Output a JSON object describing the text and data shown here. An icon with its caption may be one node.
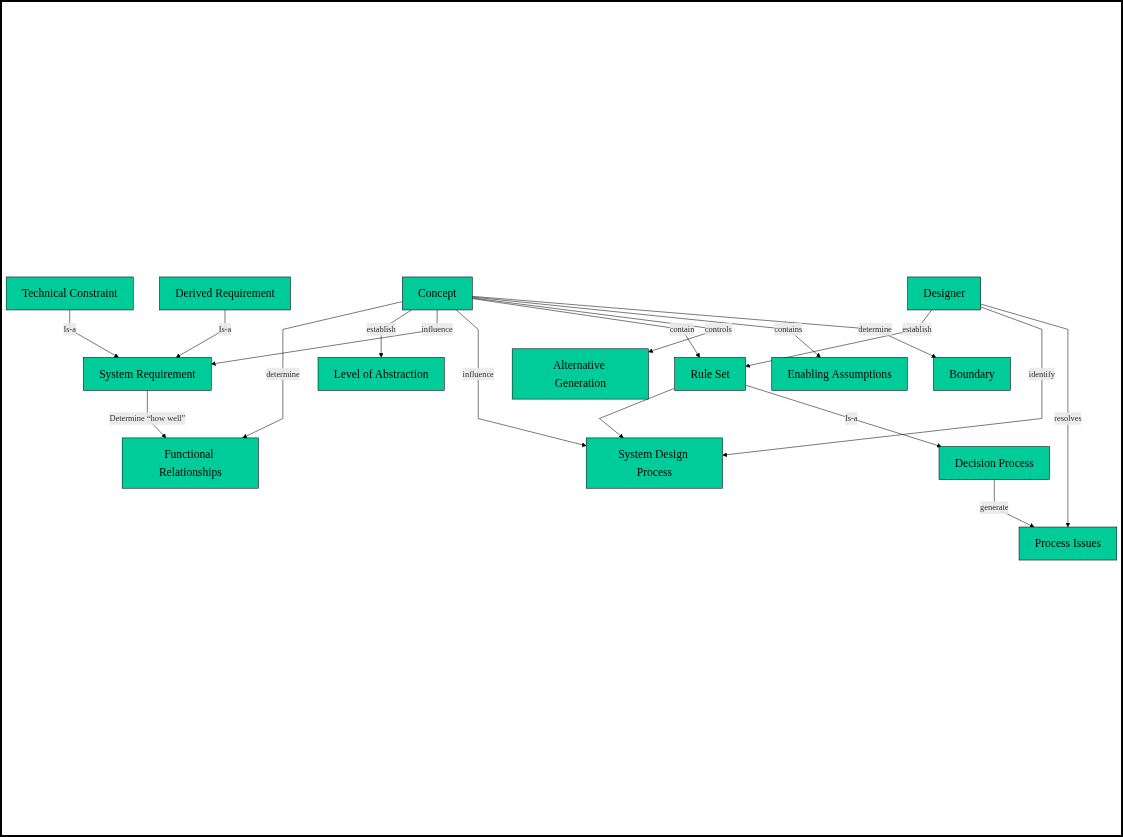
{
  "diagram": {
    "nodes": [
      {
        "text": [
          "Functional Relationships"
        ]
      },
      {
        "text": [
          "Level of Abstraction"
        ]
      },
      {
        "text": [
          "System Requirement"
        ]
      },
      {
        "text": [
          "Concept"
        ]
      },
      {
        "text": [
          "System Design Process"
        ]
      },
      {
        "text": [
          "Technical Constraint"
        ]
      },
      {
        "text": [
          "Derived Requirement"
        ]
      },
      {
        "text": [
          "Rule Set"
        ]
      },
      {
        "text": [
          "Alternative Generation"
        ]
      },
      {
        "text": [
          "Designer"
        ]
      },
      {
        "text": [
          "Enabling Assumptions"
        ]
      },
      {
        "text": [
          "Decision Process"
        ]
      },
      {
        "text": [
          "Process Issues"
        ]
      },
      {
        "text": [
          "Boundary"
        ]
      }
    ],
    "edges": [
      {
        "from": 2,
        "to": 0,
        "label": "Determine “how well”",
        "arrow": "to"
      },
      {
        "from": 3,
        "to": 0,
        "label": "determine",
        "arrow": "to"
      },
      {
        "from": 3,
        "to": 1,
        "label": "establish",
        "arrow": "to"
      },
      {
        "from": 3,
        "to": 2,
        "label": "influence",
        "arrow": "to"
      },
      {
        "from": 3,
        "to": 4,
        "label": "influence",
        "arrow": "to"
      },
      {
        "from": 7,
        "to": 4,
        "arrow": "to"
      },
      {
        "from": 5,
        "to": 2,
        "label": "Is-a",
        "arrow": "to"
      },
      {
        "from": 6,
        "to": 2,
        "label": "Is-a",
        "arrow": "to"
      },
      {
        "from": 3,
        "to": 7,
        "label": "contain",
        "arrow": "to"
      },
      {
        "from": 3,
        "to": 8,
        "label": "controls",
        "arrow": "to"
      },
      {
        "from": 3,
        "to": 10,
        "label": "contains",
        "arrow": "to"
      },
      {
        "from": 3,
        "to": 13,
        "label": "determine",
        "arrow": "to"
      },
      {
        "from": 7,
        "to": 11,
        "label": "Is-a",
        "arrow": "to"
      },
      {
        "from": 9,
        "to": 7,
        "label": "establish",
        "arrow": "to"
      },
      {
        "from": 9,
        "to": 4,
        "label": "identify",
        "arrow": "to"
      },
      {
        "from": 9,
        "to": 12,
        "label": "resolves",
        "arrow": "to"
      },
      {
        "from": 11,
        "to": 12,
        "label": "generate",
        "arrow": "to"
      }
    ]
  }
}
